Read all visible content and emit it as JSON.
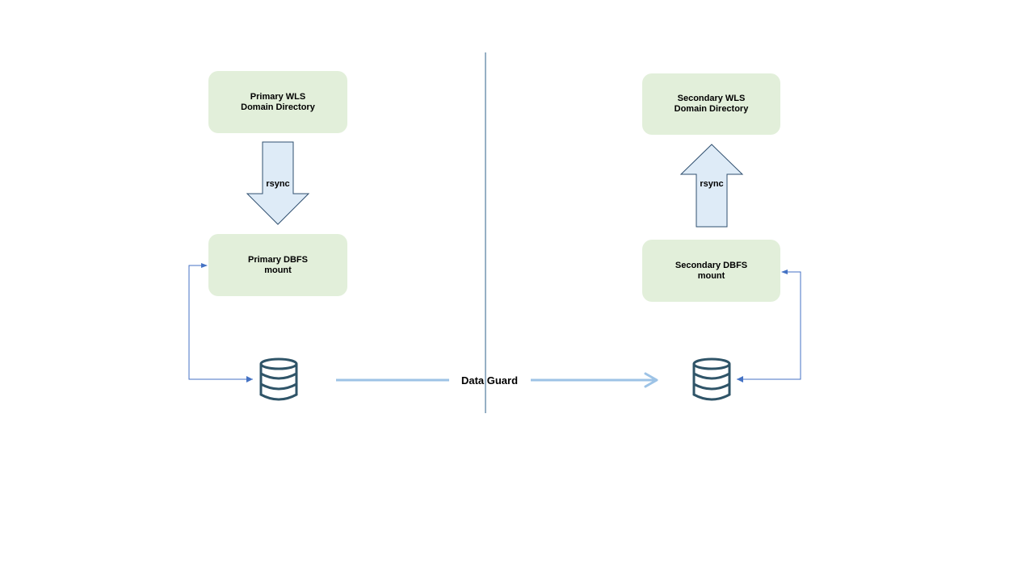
{
  "boxes": {
    "primary_wls": {
      "line1": "Primary WLS",
      "line2": "Domain Directory"
    },
    "primary_dbfs": {
      "line1": "Primary DBFS",
      "line2": "mount"
    },
    "secondary_wls": {
      "line1": "Secondary WLS",
      "line2": "Domain Directory"
    },
    "secondary_dbfs": {
      "line1": "Secondary DBFS",
      "line2": "mount"
    }
  },
  "arrows": {
    "left_rsync": "rsync",
    "right_rsync": "rsync"
  },
  "replication": {
    "label": "Data Guard"
  },
  "icons": {
    "primary_db": "database-icon",
    "secondary_db": "database-icon"
  },
  "colors": {
    "box_fill": "#e2efda",
    "arrow_fill": "#deebf7",
    "arrow_stroke": "#2f4f6f",
    "connector": "#4472c4",
    "data_guard_line": "#9dc3e6",
    "db_icon": "#2f5468",
    "divider": "#2e5f8a"
  }
}
